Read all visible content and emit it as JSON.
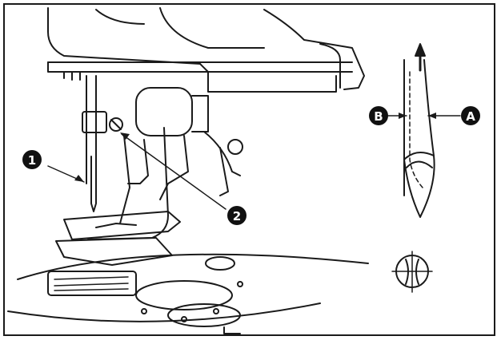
{
  "callouts": {
    "needle": "1",
    "screw": "2",
    "long_groove_side": "A",
    "short_groove_side": "B"
  },
  "colors": {
    "line": "#1a1a1a",
    "paper": "#ffffff",
    "marker": "#111111"
  }
}
